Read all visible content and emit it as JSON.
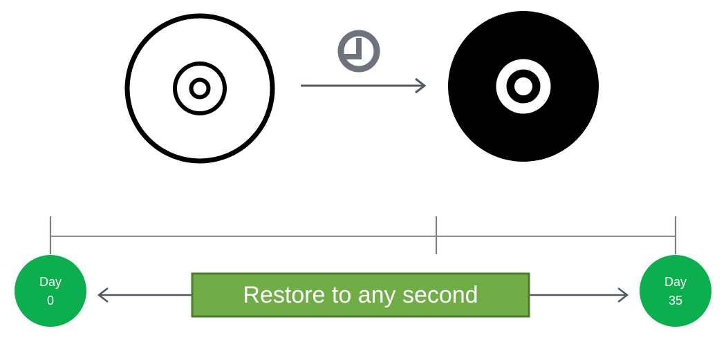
{
  "diagram": {
    "title": "Backup retention and point-in-time restore timeline",
    "colors": {
      "node_green": "#0CAE4E",
      "label_box_fill": "#70AD47",
      "label_box_border": "#4E7B2C",
      "arrow_gray": "#505A64",
      "clock_gray": "#6C737C",
      "axis_gray": "#939393",
      "disc_black": "#000000",
      "background": "#FFFFFF"
    }
  },
  "top_row": {
    "source_disc": {
      "icon": "optical-disc-outline-icon",
      "label": ""
    },
    "transform_arrow": {
      "icon": "right-arrow-icon",
      "label": ""
    },
    "clock": {
      "icon": "clock-icon",
      "label": ""
    },
    "target_disc": {
      "icon": "optical-disc-filled-icon",
      "label": ""
    }
  },
  "timeline": {
    "axis": {
      "tick_count": 3
    },
    "start_node": {
      "line1": "Day",
      "line2": "0"
    },
    "end_node": {
      "line1": "Day",
      "line2": "35"
    },
    "range_label": "Restore to any second",
    "left_arrow": {
      "icon": "left-arrow-icon"
    },
    "right_arrow": {
      "icon": "right-arrow-icon"
    }
  }
}
